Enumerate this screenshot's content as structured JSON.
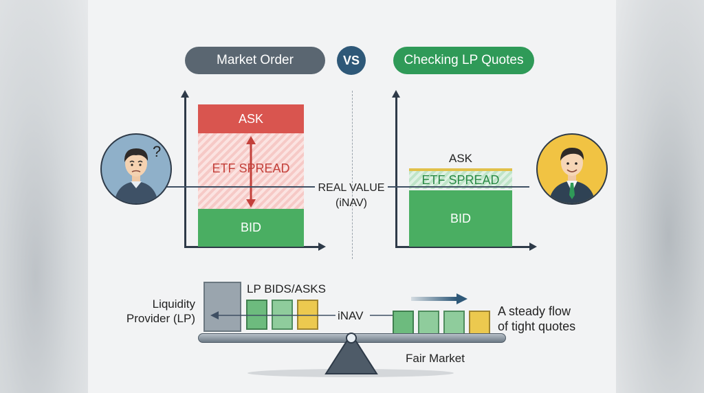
{
  "header": {
    "left_title": "Market Order",
    "vs_label": "VS",
    "right_title": "Checking LP Quotes"
  },
  "left_chart": {
    "ask_label": "ASK",
    "spread_label": "ETF SPREAD",
    "bid_label": "BID"
  },
  "right_chart": {
    "ask_label": "ASK",
    "spread_label": "ETF SPREAD",
    "bid_label": "BID"
  },
  "real_value": {
    "line1": "REAL VALUE",
    "line2": "(iNAV)"
  },
  "seesaw": {
    "lp_bids_asks": "LP BIDS/ASKS",
    "lp_line1": "Liquidity",
    "lp_line2": "Provider (LP)",
    "inav": "iNAV",
    "flow_line1": "A steady flow",
    "flow_line2": "of tight quotes",
    "fair_market": "Fair Market"
  },
  "colors": {
    "ask_red": "#d9554f",
    "bid_green": "#4aae62",
    "pill_gray": "#5a6671",
    "pill_green": "#2f9a58",
    "vs_blue": "#2e5878",
    "quote_yellow": "#ecc94f"
  },
  "icons": {
    "left_avatar": "confused-person-icon",
    "right_avatar": "confident-businessman-icon"
  }
}
